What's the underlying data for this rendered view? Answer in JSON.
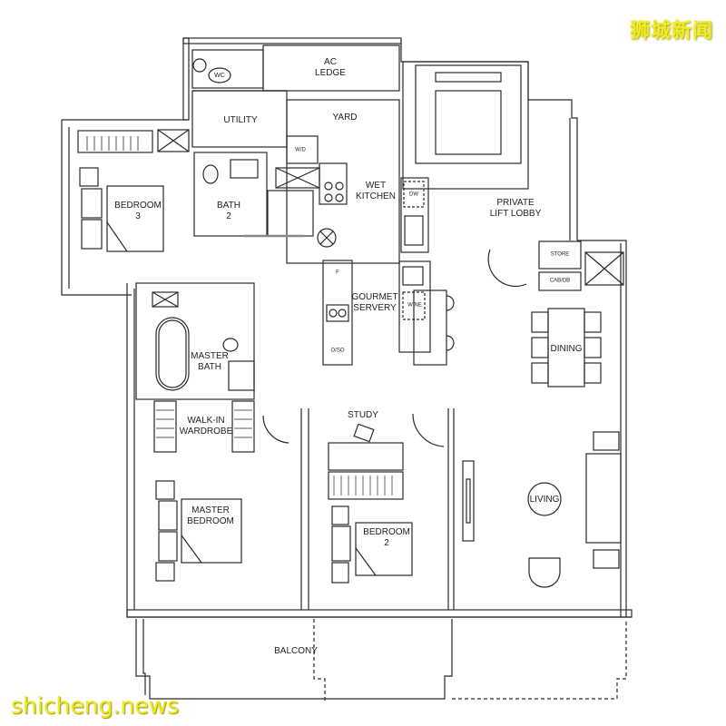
{
  "watermarks": {
    "top_right": "狮城新闻",
    "bottom_left": "shicheng.news"
  },
  "rooms": {
    "wc": "WC",
    "ac_ledge": "AC\nLEDGE",
    "utility": "UTILITY",
    "yard": "YARD",
    "wd": "W/D",
    "wet_kitchen": "WET\nKITCHEN",
    "dw": "DW",
    "bedroom3": "BEDROOM\n3",
    "bath2": "BATH\n2",
    "private_lift_lobby": "PRIVATE\nLIFT LOBBY",
    "store": "STORE",
    "cab_db": "CAB/DB",
    "fridge": "F",
    "gourmet_servery": "GOURMET\nSERVERY",
    "wine": "WINE",
    "oso": "O/SO",
    "dining": "DINING",
    "master_bath": "MASTER\nBATH",
    "walk_in_wardrobe": "WALK-IN\nWARDROBE",
    "study": "STUDY",
    "master_bedroom": "MASTER\nBEDROOM",
    "bedroom2": "BEDROOM\n2",
    "living": "LIVING",
    "balcony": "BALCONY"
  },
  "colors": {
    "line": "#2a2a2a",
    "watermark": "#f2ee1c",
    "background": "#ffffff"
  }
}
